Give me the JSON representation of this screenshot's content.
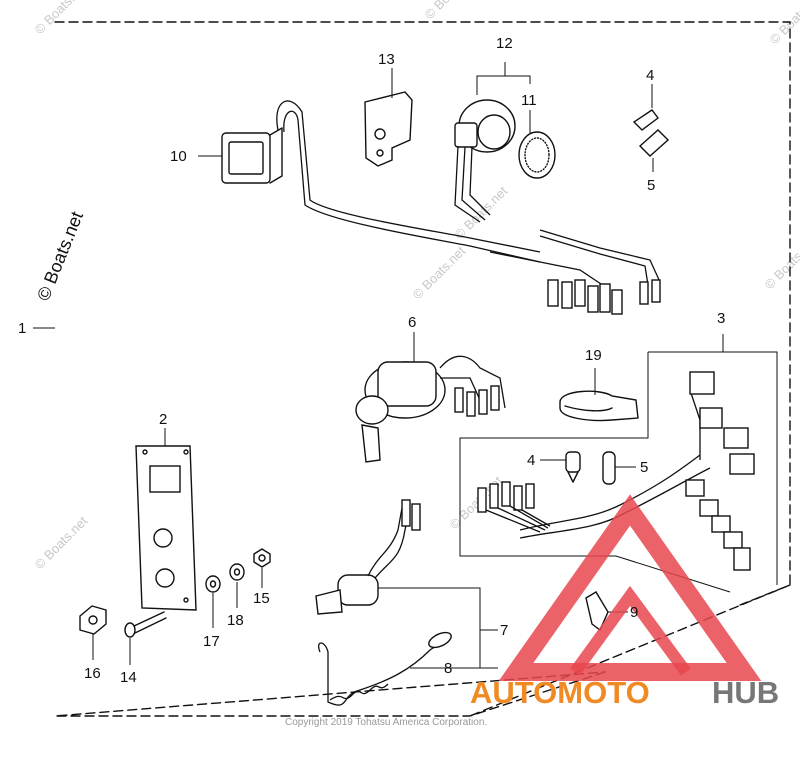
{
  "watermark": {
    "main": "© Boats.net",
    "tile": "© Boats.net"
  },
  "copyright": "Copyright 2019 Tohatsu America Corporation.",
  "logo": {
    "part1": "AUTOMOTO",
    "part2": "HUB",
    "color_primary": "#f08a24",
    "color_secondary": "#777777",
    "triangle_color": "#e8474d"
  },
  "callouts": {
    "c1": "1",
    "c2": "2",
    "c3": "3",
    "c4a": "4",
    "c4b": "4",
    "c5a": "5",
    "c5b": "5",
    "c6": "6",
    "c7": "7",
    "c8": "8",
    "c9": "9",
    "c10": "10",
    "c11": "11",
    "c12": "12",
    "c13": "13",
    "c14": "14",
    "c15": "15",
    "c16": "16",
    "c17": "17",
    "c18": "18",
    "c19": "19"
  }
}
